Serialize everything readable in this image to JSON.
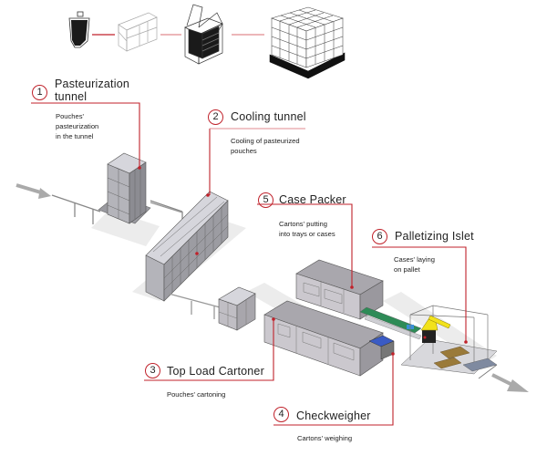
{
  "packaging_flow": {
    "items": [
      {
        "name": "pouch"
      },
      {
        "name": "carton"
      },
      {
        "name": "case"
      },
      {
        "name": "pallet"
      }
    ]
  },
  "flow": {
    "input_arrow": "infeed",
    "output_arrow": "outfeed"
  },
  "steps": [
    {
      "number": "1",
      "title_line1": "Pasteurization",
      "title_line2": "tunnel",
      "description": [
        "Pouches'",
        "pasteurization",
        "in the tunnel"
      ]
    },
    {
      "number": "2",
      "title_line1": "Cooling tunnel",
      "title_line2": "",
      "description": [
        "Cooling of pasteurized",
        "pouches"
      ]
    },
    {
      "number": "3",
      "title_line1": "Top Load Cartoner",
      "title_line2": "",
      "description": [
        "Pouches' cartoning"
      ]
    },
    {
      "number": "4",
      "title_line1": "Checkweigher",
      "title_line2": "",
      "description": [
        "Cartons' weighing"
      ]
    },
    {
      "number": "5",
      "title_line1": "Case Packer",
      "title_line2": "",
      "description": [
        "Cartons' putting",
        "into trays or cases"
      ]
    },
    {
      "number": "6",
      "title_line1": "Palletizing Islet",
      "title_line2": "",
      "description": [
        "Cases' laying",
        "on pallet"
      ]
    }
  ],
  "colors": {
    "accent": "#c0222b",
    "accent_light": "#e08a8f",
    "machine": "#8a8a8f",
    "machine_light": "#c9c6cc",
    "robot": "#f2e21b",
    "conveyor_green": "#2e8b57",
    "shadow": "#e6e6e6"
  }
}
